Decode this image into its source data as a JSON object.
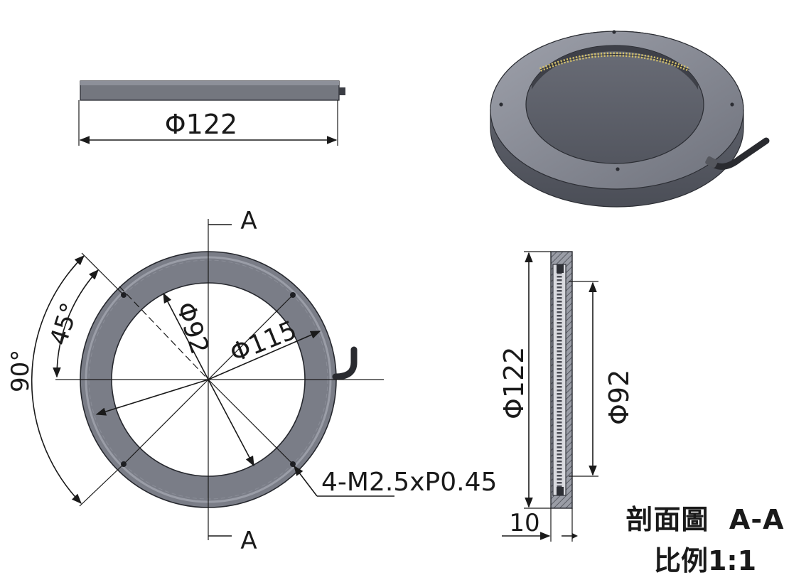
{
  "dimensions": {
    "top_view_width": "Φ122",
    "inner_diameter": "Φ92",
    "hole_circle": "Φ115",
    "angle_45": "45°",
    "angle_90": "90°",
    "thread": "4-M2.5xP0.45",
    "section_outer": "Φ122",
    "section_inner": "Φ92",
    "thickness": "10"
  },
  "section_marks": {
    "top": "A",
    "bottom": "A"
  },
  "caption": {
    "line1": "剖面圖  A-A",
    "line2": "比例1:1"
  },
  "colors": {
    "body": "#7c7f8a",
    "body_light": "#a9acb6",
    "body_dark": "#4f525c",
    "line": "#1a1a1a",
    "hatch": "#5a5d66"
  }
}
